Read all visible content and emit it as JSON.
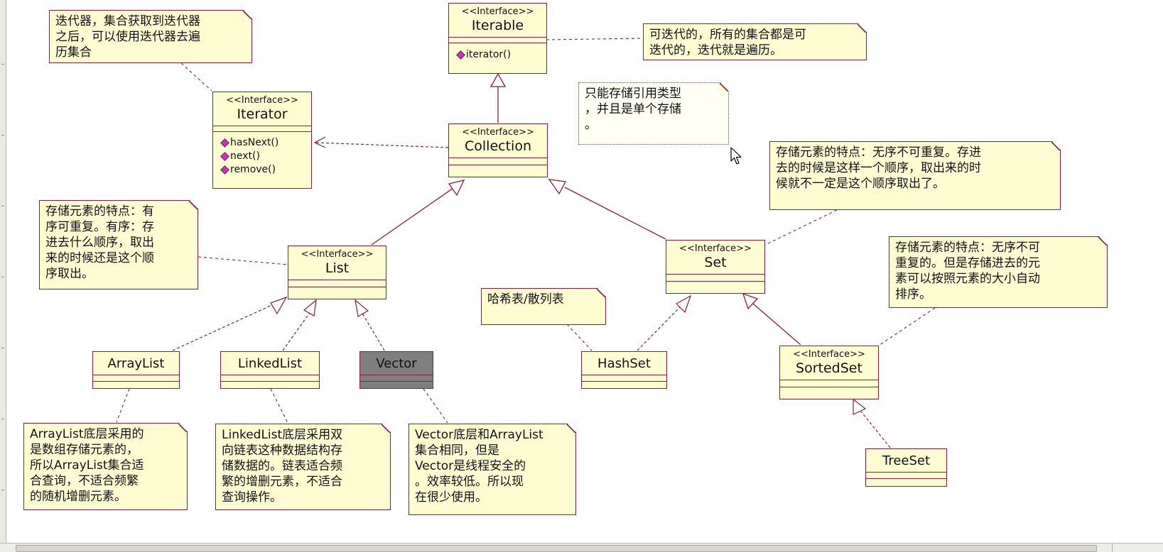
{
  "diagram": {
    "classes": {
      "iterable": {
        "stereotype": "<<Interface>>",
        "name": "Iterable",
        "operations": [
          "iterator()"
        ]
      },
      "iterator": {
        "stereotype": "<<Interface>>",
        "name": "Iterator",
        "operations": [
          "hasNext()",
          "next()",
          "remove()"
        ]
      },
      "collection": {
        "stereotype": "<<Interface>>",
        "name": "Collection"
      },
      "list": {
        "stereotype": "<<Interface>>",
        "name": "List"
      },
      "set": {
        "stereotype": "<<Interface>>",
        "name": "Set"
      },
      "sortedset": {
        "stereotype": "<<Interface>>",
        "name": "SortedSet"
      },
      "arraylist": {
        "name": "ArrayList"
      },
      "linkedlist": {
        "name": "LinkedList"
      },
      "vector": {
        "name": "Vector"
      },
      "hashset": {
        "name": "HashSet"
      },
      "treeset": {
        "name": "TreeSet"
      }
    },
    "notes": {
      "iterator_note": [
        "迭代器，集合获取到迭代器",
        "之后，可以使用迭代器去遍",
        "历集合"
      ],
      "iterable_note": [
        "可迭代的，所有的集合都是可",
        "迭代的，迭代就是遍历。"
      ],
      "collection_note": [
        "只能存储引用类型",
        "，并且是单个存储",
        "。"
      ],
      "list_note": [
        "存储元素的特点：有",
        "序可重复。有序：存",
        "进去什么顺序，取出",
        "来的时候还是这个顺",
        "序取出。"
      ],
      "set_note": [
        "存储元素的特点：无序不可重复。存进",
        "去的时候是这样一个顺序，取出来的时",
        "候就不一定是这个顺序取出了。"
      ],
      "sortedset_note": [
        "存储元素的特点：无序不可",
        "重复的。但是存储进去的元",
        "素可以按照元素的大小自动",
        "排序。"
      ],
      "hash_note": [
        "哈希表/散列表"
      ],
      "arraylist_note": [
        "ArrayList底层采用的",
        "是数组存储元素的，",
        "所以ArrayList集合适",
        "合查询，不适合频繁",
        "的随机增删元素。"
      ],
      "linkedlist_note": [
        "LinkedList底层采用双",
        "向链表这种数据结构存",
        "储数据的。链表适合频",
        "繁的增删元素，不适合",
        "查询操作。"
      ],
      "vector_note": [
        "Vector底层和ArrayList",
        "集合相同，但是",
        "Vector是线程安全的",
        "。效率较低。所以现",
        "在很少使用。"
      ]
    }
  },
  "colors": {
    "box_fill": "#fefdd1",
    "box_border": "#8c1d3b",
    "vector_fill": "#7f7f7f",
    "operation_icon": "#c23aa8"
  }
}
